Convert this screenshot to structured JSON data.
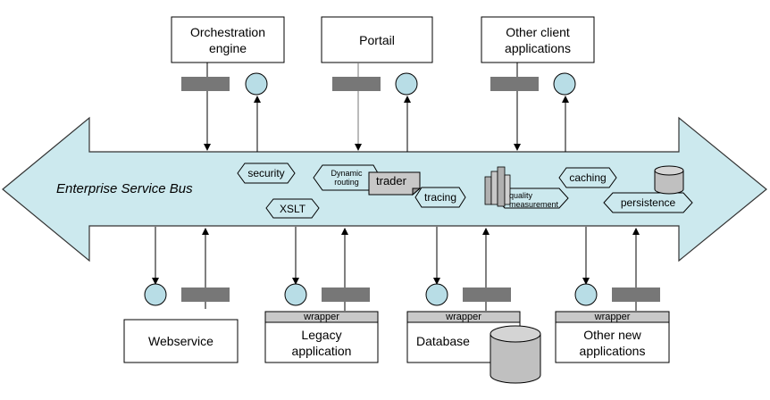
{
  "bus": {
    "label": "Enterprise Service Bus"
  },
  "top_components": [
    {
      "name": "Orchestration\nengine"
    },
    {
      "name": "Portail"
    },
    {
      "name": "Other client\napplications"
    }
  ],
  "bottom_components": [
    {
      "name": "Webservice",
      "wrapper": ""
    },
    {
      "name": "Legacy\napplication",
      "wrapper": "wrapper"
    },
    {
      "name": "Database",
      "wrapper": "wrapper"
    },
    {
      "name": "Other new\napplications",
      "wrapper": "wrapper"
    }
  ],
  "bus_services": {
    "security": "security",
    "dynamic_routing": "Dynamic\nrouting",
    "trader": "trader",
    "xslt": "XSLT",
    "tracing": "tracing",
    "quality_measurement": "quality\nmeasurement",
    "caching": "caching",
    "persistence": "persistence"
  },
  "colors": {
    "bus_fill": "#cce9ee",
    "bus_stroke": "#333333",
    "adapter_fill": "#777777",
    "circle_fill": "#b8dde6",
    "wrapper_fill": "#c8c8c8",
    "cylinder_fill": "#c0c0c0",
    "trader_fill": "#c8c8c8"
  }
}
